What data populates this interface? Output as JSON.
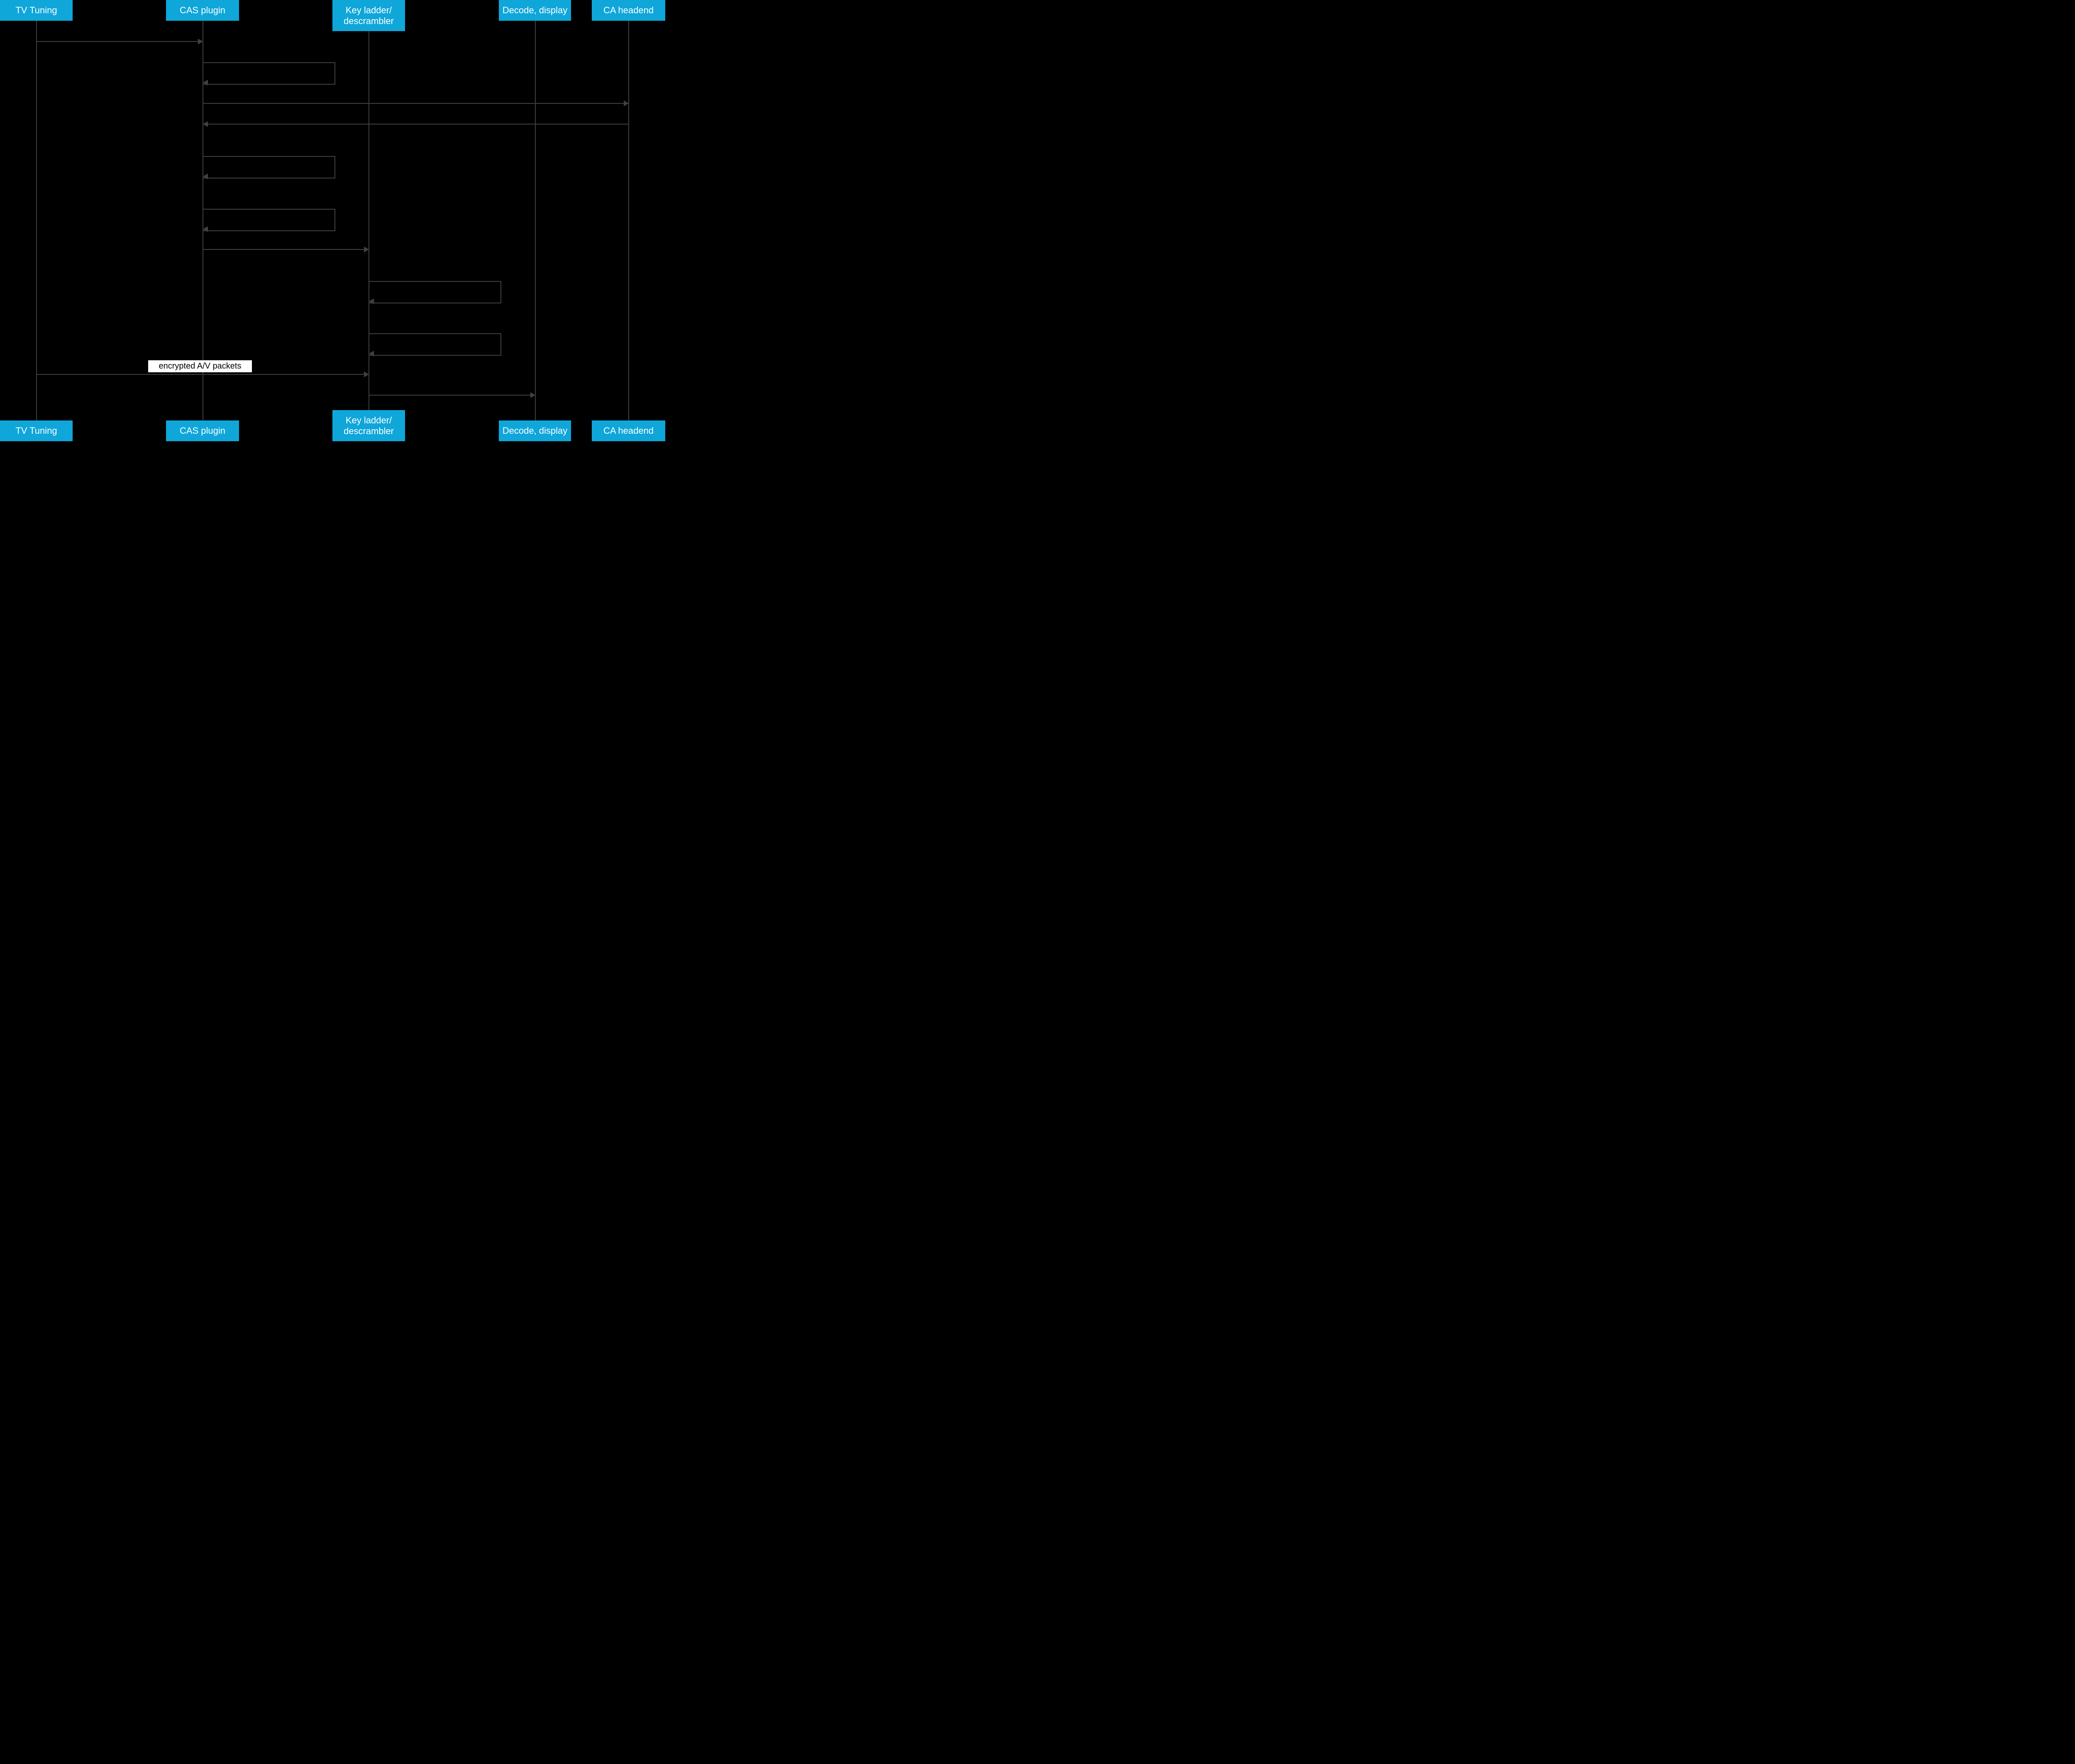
{
  "colors": {
    "background": "#000000",
    "actor_bg": "#0fa6d9",
    "actor_text": "#ffffff",
    "line": "#414141",
    "lifeline": "#3f3f3f",
    "message_label_bg": "#ffffff",
    "message_label_text": "#000000"
  },
  "diagram": {
    "type": "sequence",
    "actors": [
      "TV Tuning",
      "CAS plugin",
      "Key ladder/\ndescrambler",
      "Decode, display",
      "CA headend"
    ],
    "messages": [
      {
        "from": "TV Tuning",
        "to": "CAS plugin",
        "label": "",
        "kind": "arrow-right"
      },
      {
        "from": "CAS plugin",
        "to": "CAS plugin",
        "label": "",
        "kind": "self"
      },
      {
        "from": "CAS plugin",
        "to": "CA headend",
        "label": "",
        "kind": "arrow-right"
      },
      {
        "from": "CA headend",
        "to": "CAS plugin",
        "label": "",
        "kind": "arrow-left"
      },
      {
        "from": "CAS plugin",
        "to": "CAS plugin",
        "label": "",
        "kind": "self"
      },
      {
        "from": "CAS plugin",
        "to": "CAS plugin",
        "label": "",
        "kind": "self"
      },
      {
        "from": "CAS plugin",
        "to": "Key ladder/descrambler",
        "label": "",
        "kind": "arrow-right"
      },
      {
        "from": "Key ladder/descrambler",
        "to": "Key ladder/descrambler",
        "label": "",
        "kind": "self"
      },
      {
        "from": "Key ladder/descrambler",
        "to": "Key ladder/descrambler",
        "label": "",
        "kind": "self"
      },
      {
        "from": "TV Tuning",
        "to": "Key ladder/descrambler",
        "label": "encrypted A/V packets",
        "kind": "arrow-right"
      },
      {
        "from": "Key ladder/descrambler",
        "to": "Decode, display",
        "label": "",
        "kind": "arrow-right"
      }
    ]
  }
}
